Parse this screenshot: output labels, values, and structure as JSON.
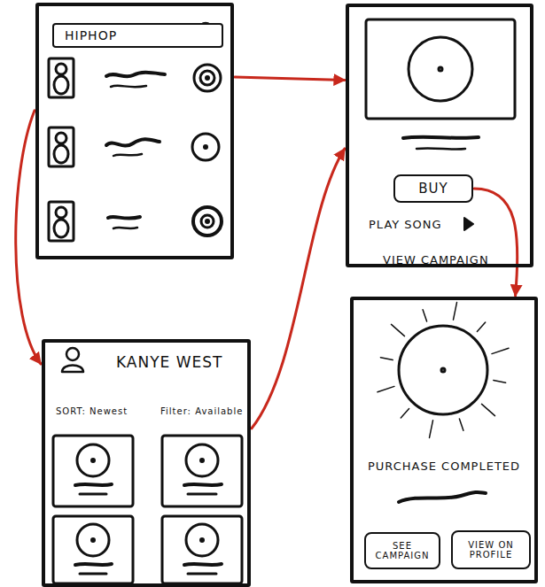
{
  "diagram": {
    "nodes": [
      {
        "text": []
      },
      {
        "text": [
          "HIPHOP"
        ],
        "in": 0
      },
      {
        "text": [
          "PLAY SONG",
          "VIEW CAMPAIGN"
        ]
      },
      {
        "text": [
          "BUY"
        ],
        "in": 2
      },
      {
        "text": [
          "KANYE WEST",
          "SORT: Newest",
          "Filter: Available"
        ]
      },
      {
        "text": [
          "PURCHASE COMPLETED"
        ]
      },
      {
        "text": [
          "SEE CAMPAIGN"
        ],
        "in": 5
      },
      {
        "text": [
          "VIEW ON PROFILE"
        ],
        "in": 5
      }
    ],
    "edges": [
      {
        "from": 0,
        "to": 2,
        "arrow": "to"
      },
      {
        "from": 0,
        "to": 4,
        "arrow": "to"
      },
      {
        "from": 4,
        "to": 2,
        "arrow": "to"
      },
      {
        "from": 3,
        "to": 5,
        "arrow": "to"
      }
    ]
  }
}
